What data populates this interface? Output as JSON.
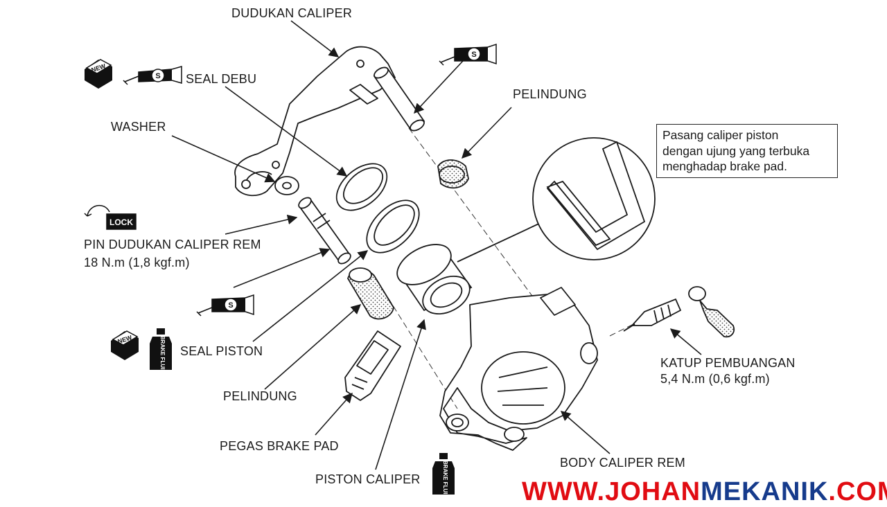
{
  "labels": {
    "caliper_bracket": "DUDUKAN CALIPER",
    "dust_seal": "SEAL DEBU",
    "washer": "WASHER",
    "boot_top": "PELINDUNG",
    "pin_name": "PIN DUDUKAN CALIPER REM",
    "pin_torque": "18 N.m (1,8 kgf.m)",
    "piston_seal": "SEAL PISTON",
    "boot_bottom": "PELINDUNG",
    "pad_spring": "PEGAS BRAKE PAD",
    "piston": "PISTON CALIPER",
    "body": "BODY CALIPER REM",
    "bleeder_name": "KATUP PEMBUANGAN",
    "bleeder_torque": "5,4 N.m (0,6 kgf.m)"
  },
  "note": {
    "lines": [
      "Pasang caliper piston",
      "dengan ujung yang terbuka",
      "menghadap brake pad."
    ]
  },
  "icons": {
    "new_badge": "NEW",
    "lock_badge": "LOCK",
    "grease_badge": "S",
    "brake_fluid_text": "BRAKE FLUID"
  },
  "watermark": {
    "part1": "WWW.",
    "part2": "JOHAN",
    "part3": "MEKANIK",
    "part4": ".COM"
  },
  "colors": {
    "line": "#1a1a1a",
    "watermark_red": "#e10c12",
    "watermark_blue": "#163b8c"
  }
}
